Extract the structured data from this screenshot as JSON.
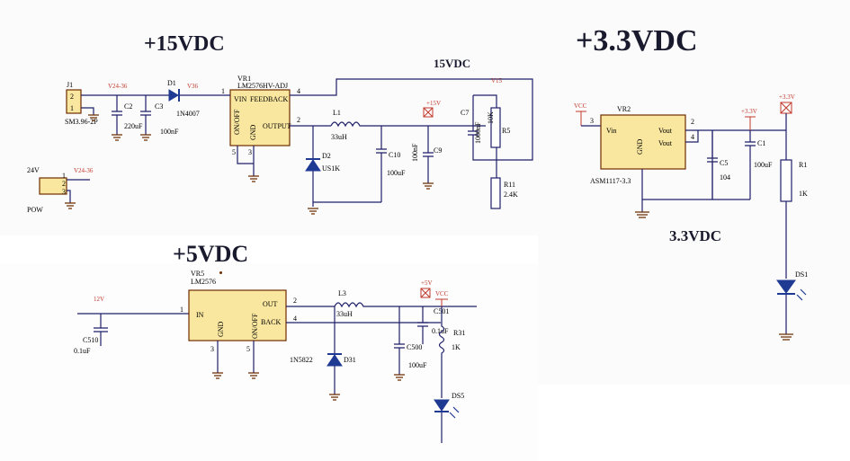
{
  "sections": {
    "v15": {
      "title": "+15VDC",
      "out_label": "15VDC",
      "regulator": {
        "ref": "VR1",
        "part": "LM2576HV-ADJ",
        "pin_vin": "VIN",
        "pin_feedback": "FEEDBACK",
        "pin_onoff": "ON/OFF",
        "pin_gnd": "GND",
        "pin_output": "OUTPUT"
      },
      "connector": {
        "ref": "J1",
        "part": "SM3.96-2P"
      },
      "power_jack": {
        "label": "24V",
        "name": "POW"
      },
      "nets": {
        "v24a": "V24-36",
        "v24b": "V24-36",
        "v36": "V36",
        "p15": "+15V",
        "v15": "V15"
      },
      "diode_in": {
        "ref": "D1",
        "part": "1N4007"
      },
      "diode_fw": {
        "ref": "D2",
        "part": "US1K"
      },
      "c2": {
        "ref": "C2",
        "value": "220uF"
      },
      "c3": {
        "ref": "C3",
        "value": "100nF"
      },
      "l1": {
        "ref": "L1",
        "value": "33uH"
      },
      "c10": {
        "ref": "C10",
        "value": "100uF"
      },
      "c_100nf": "100nF",
      "c9": "C9",
      "c7": {
        "ref": "C7",
        "value": "1000nF"
      },
      "r5": {
        "ref": "R5",
        "value": "10K"
      },
      "r11": {
        "ref": "R11",
        "value": "2.4K"
      }
    },
    "v5": {
      "title": "+5VDC",
      "regulator": {
        "ref": "VR5",
        "part": "LM2576",
        "pin_in": "IN",
        "pin_gnd": "GND",
        "pin_onoff": "ON/OFF",
        "pin_out": "OUT",
        "pin_back": "BACK"
      },
      "nets": {
        "v12": "12V",
        "p5": "+5V",
        "vcc": "VCC"
      },
      "c510": {
        "ref": "C510",
        "value": "0.1uF"
      },
      "l3": {
        "ref": "L3",
        "value": "33uH"
      },
      "d31": {
        "ref": "D31",
        "part": "1N5822"
      },
      "c500": {
        "ref": "C500",
        "value": "100uF"
      },
      "c501": {
        "ref": "C501",
        "value": "0.1uF"
      },
      "r31": {
        "ref": "R31",
        "value": "1K"
      },
      "ds5": "DS5"
    },
    "v33": {
      "title": "+3.3VDC",
      "out_label": "3.3VDC",
      "regulator": {
        "ref": "VR2",
        "part": "ASM1117-3.3",
        "pin_vin": "Vin",
        "pin_gnd": "GND",
        "pin_vout1": "Vout",
        "pin_vout2": "Vout"
      },
      "nets": {
        "vcc": "VCC",
        "p33a": "+3.3V",
        "p33b": "+3.3V"
      },
      "c5": {
        "ref": "C5",
        "value": "104"
      },
      "c1": {
        "ref": "C1",
        "value": "100uF"
      },
      "r1": {
        "ref": "R1",
        "value": "1K"
      },
      "ds1": "DS1"
    }
  },
  "pins": {
    "p1": "1",
    "p2": "2",
    "p3": "3",
    "p4": "4",
    "p5": "5"
  }
}
